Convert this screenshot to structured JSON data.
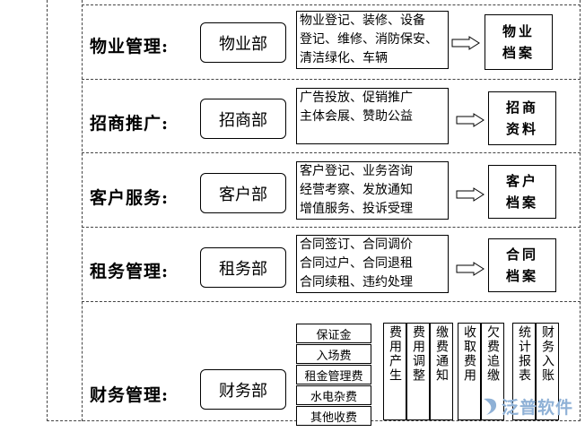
{
  "rows": [
    {
      "label": "物业管理:",
      "dept": "物业部",
      "desc": [
        "物业登记、装修、设备",
        "登记、维修、消防保安、",
        "清洁绿化、车辆"
      ],
      "archive": [
        "物业",
        "档案"
      ]
    },
    {
      "label": "招商推广:",
      "dept": "招商部",
      "desc": [
        "广告投放、促销推广",
        "主体会展、赞助公益"
      ],
      "archive": [
        "招商",
        "资料"
      ]
    },
    {
      "label": "客户服务:",
      "dept": "客户部",
      "desc": [
        "客户登记、业务咨询",
        "经营考察、发放通知",
        "增值服务、投诉受理"
      ],
      "archive": [
        "客户",
        "档案"
      ]
    },
    {
      "label": "租务管理:",
      "dept": "租务部",
      "desc": [
        "合同签订、合同调价",
        "合同过户、合同退租",
        "合同续租、违约处理"
      ],
      "archive": [
        "合同",
        "档案"
      ]
    }
  ],
  "finance": {
    "label": "财务管理:",
    "dept": "财务部",
    "fees": [
      "保证金",
      "入场费",
      "租金管理费",
      "水电杂费",
      "其他收费"
    ],
    "columns": [
      [
        "费用产生",
        "费用调整",
        "缴费通知"
      ],
      [
        "收取费用",
        "欠费追缴"
      ],
      [
        "统计报表",
        "财务入账"
      ]
    ]
  },
  "logo": {
    "text": "泛普软件"
  }
}
